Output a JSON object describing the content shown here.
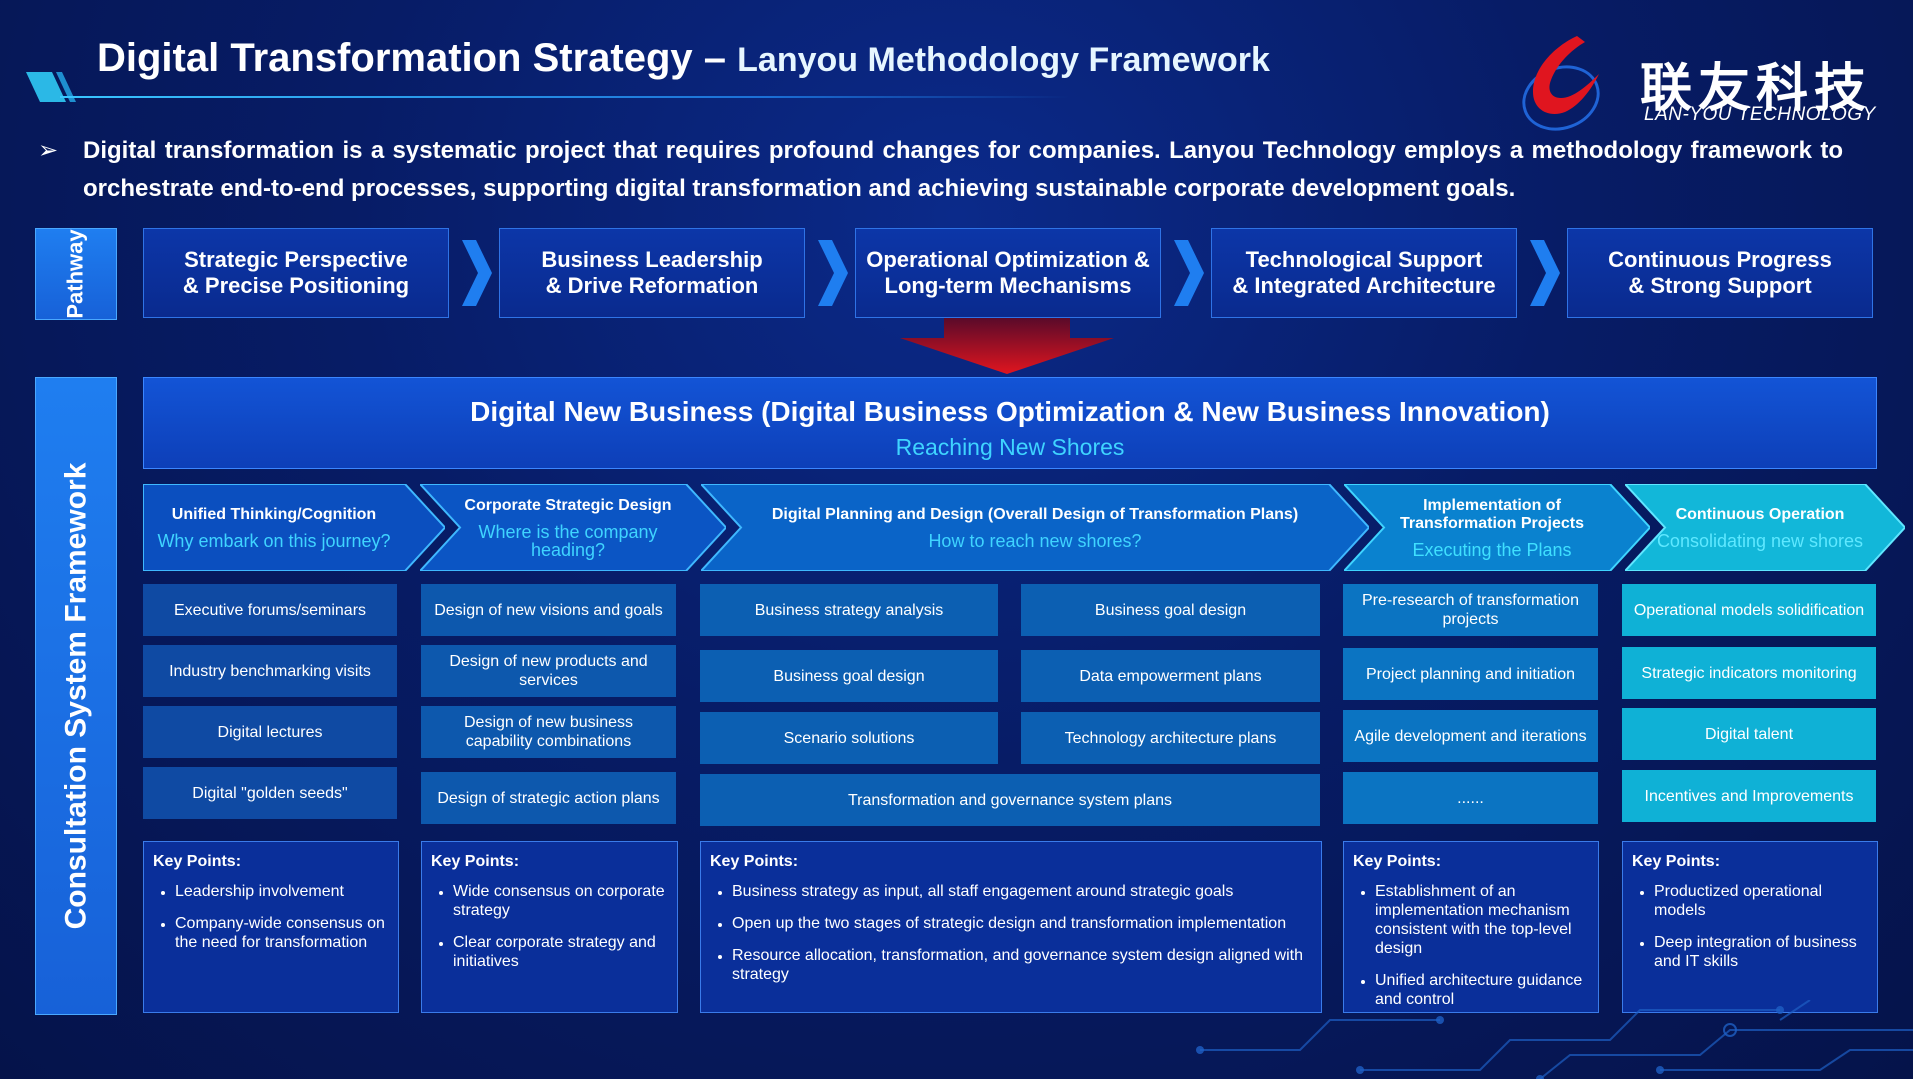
{
  "header": {
    "title_main": "Digital Transformation Strategy –",
    "title_sub": "Lanyou Methodology Framework",
    "logo_cn": "联友科技",
    "logo_en": "LAN-YOU TECHNOLOGY"
  },
  "intro": {
    "bullet": "➢",
    "text": "Digital transformation is a systematic project that requires profound changes for companies. Lanyou Technology employs a methodology framework to orchestrate end-to-end processes, supporting digital transformation and achieving sustainable corporate development goals."
  },
  "pathway": {
    "label": "Pathway",
    "steps": [
      {
        "line1": "Strategic Perspective",
        "line2": "& Precise Positioning"
      },
      {
        "line1": "Business Leadership",
        "line2": "& Drive Reformation"
      },
      {
        "line1": "Operational Optimization &",
        "line2": "Long-term Mechanisms"
      },
      {
        "line1": "Technological Support",
        "line2": "& Integrated Architecture"
      },
      {
        "line1": "Continuous Progress",
        "line2": "& Strong Support"
      }
    ]
  },
  "framework": {
    "label": "Consultation System Framework",
    "band_title": "Digital New Business (Digital Business Optimization & New Business Innovation)",
    "band_subtitle": "Reaching New Shores"
  },
  "stages": [
    {
      "title": "Unified Thinking/Cognition",
      "question": "Why embark on this journey?"
    },
    {
      "title": "Corporate Strategic Design",
      "question": "Where is the company heading?"
    },
    {
      "title": "Digital Planning and Design (Overall Design of Transformation Plans)",
      "question": "How to reach new shores?"
    },
    {
      "title": "Implementation of Transformation Projects",
      "question": "Executing the Plans"
    },
    {
      "title": "Continuous Operation",
      "question": "Consolidating new shores"
    }
  ],
  "cells": {
    "col1": [
      "Executive forums/seminars",
      "Industry benchmarking visits",
      "Digital lectures",
      "Digital \"golden seeds\""
    ],
    "col2": [
      "Design of new visions and goals",
      "Design of new products and services",
      "Design of new business capability combinations",
      "Design of strategic action plans"
    ],
    "col3a": [
      "Business strategy analysis",
      "Business goal design",
      "Scenario solutions"
    ],
    "col3b": [
      "Business goal design",
      "Data empowerment plans",
      "Technology architecture plans"
    ],
    "col3_wide": "Transformation and governance system plans",
    "col4": [
      "Pre-research of transformation projects",
      "Project planning and initiation",
      "Agile development and iterations",
      "......"
    ],
    "col5": [
      "Operational models solidification",
      "Strategic indicators monitoring",
      "Digital talent",
      "Incentives and Improvements"
    ]
  },
  "key_points": {
    "heading": "Key Points:",
    "col1": [
      "Leadership involvement",
      "Company-wide consensus on the need for transformation"
    ],
    "col2": [
      "Wide consensus on corporate strategy",
      "Clear corporate strategy and initiatives"
    ],
    "col3": [
      "Business strategy as input, all staff engagement around strategic goals",
      "Open up the two stages of strategic design and transformation implementation",
      "Resource allocation, transformation, and governance system design aligned with strategy"
    ],
    "col4": [
      "Establishment of an implementation mechanism consistent with the top-level design",
      "Unified architecture guidance and control"
    ],
    "col5": [
      "Productized operational models",
      "Deep integration of business and IT skills"
    ]
  },
  "colors": {
    "accent_cyan": "#3fd4ff",
    "brand_red": "#e0151f",
    "band_blue": "#1354d6"
  }
}
